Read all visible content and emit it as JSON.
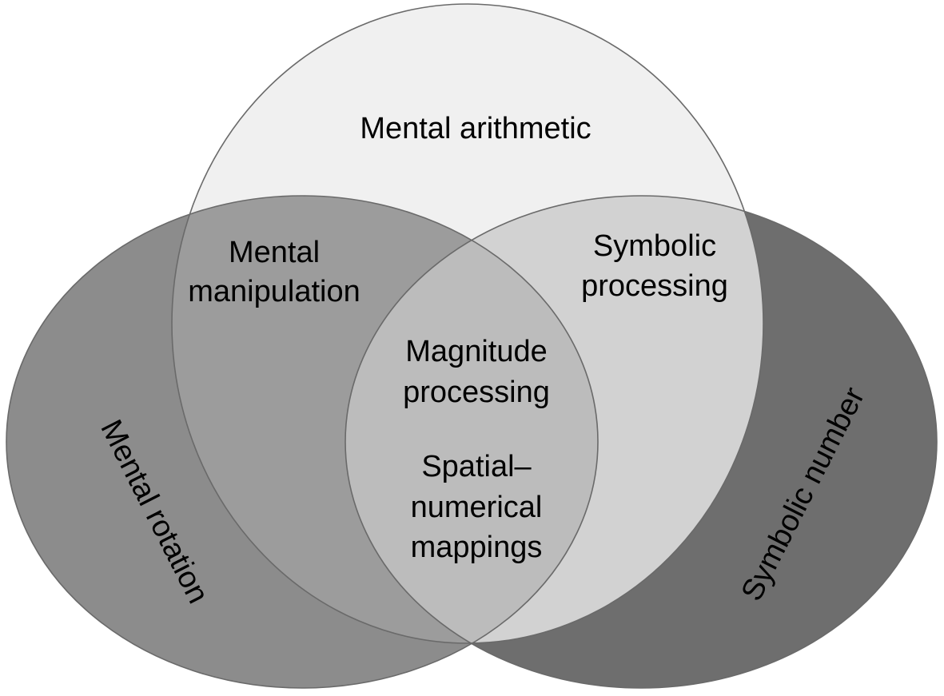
{
  "diagram": {
    "type": "venn-3",
    "sets": [
      {
        "id": "top",
        "label": "Mental arithmetic",
        "color": "#f0f0f0"
      },
      {
        "id": "left",
        "label": "Mental rotation",
        "color": "#8c8c8c"
      },
      {
        "id": "right",
        "label": "Symbolic number",
        "color": "#6e6e6e"
      }
    ],
    "intersections": {
      "left_top": {
        "lines": [
          "Mental",
          "manipulation"
        ],
        "color": "#9c9c9c"
      },
      "right_top": {
        "lines": [
          "Symbolic",
          "processing"
        ],
        "color": "#d2d2d2"
      },
      "center": {
        "lines_a": [
          "Magnitude",
          "processing"
        ],
        "lines_b": [
          "Spatial–",
          "numerical",
          "mappings"
        ],
        "color": "#bcbcbc"
      }
    },
    "outline_color": "#6a6a6a"
  }
}
